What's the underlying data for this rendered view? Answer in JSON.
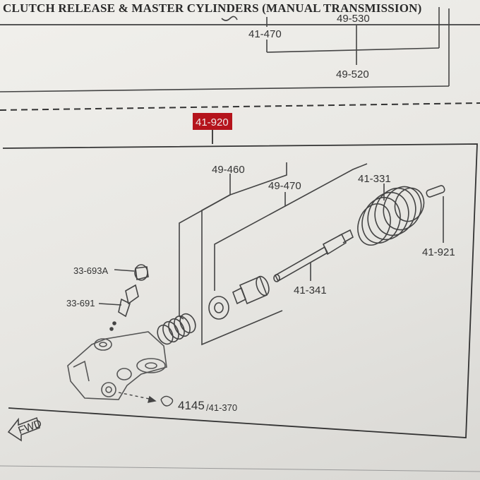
{
  "header": {
    "title": "CLUTCH RELEASE & MASTER CYLINDERS (MANUAL TRANSMISSION)"
  },
  "top_section": {
    "labels": {
      "p41_470": "41-470",
      "p49_530": "49-530",
      "p49_520": "49-520"
    }
  },
  "assembly": {
    "highlight_label": "41-920",
    "highlight_color": "#b5141c",
    "parts": {
      "p49_460": "49-460",
      "p49_470": "49-470",
      "p41_331": "41-331",
      "p41_921": "41-921",
      "p41_341": "41-341",
      "p33_693A": "33-693A",
      "p33_691": "33-691",
      "p4145": "4145",
      "p41_370": "/41-370"
    },
    "fwd_label": "FWD"
  }
}
